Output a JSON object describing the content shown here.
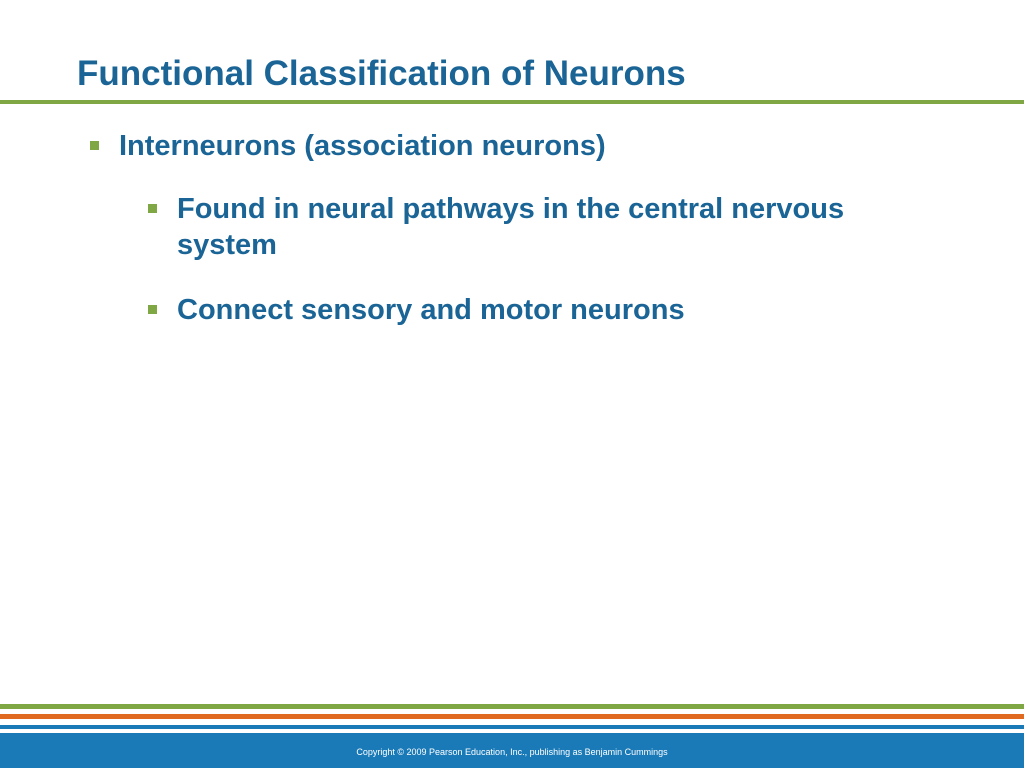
{
  "slide": {
    "title": "Functional Classification of Neurons",
    "bullets": [
      {
        "level": 1,
        "text": "Interneurons (association neurons)"
      },
      {
        "level": 2,
        "text": "Found in neural pathways in the central nervous system"
      },
      {
        "level": 2,
        "text": "Connect sensory and motor neurons"
      }
    ]
  },
  "footer": {
    "copyright": "Copyright © 2009 Pearson Education, Inc., publishing as Benjamin Cummings"
  },
  "colors": {
    "title": "#1a6496",
    "accent_green": "#7fa845",
    "accent_orange": "#e06a1f",
    "footer_blue": "#1a7ab8"
  }
}
